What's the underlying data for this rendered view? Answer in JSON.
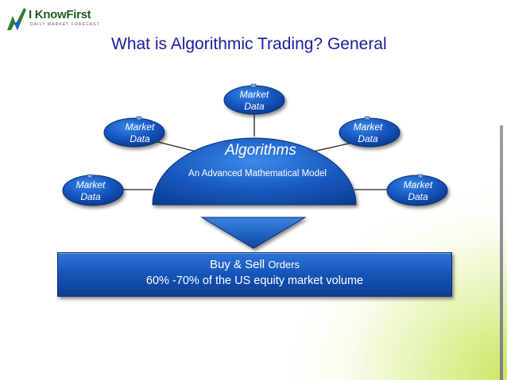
{
  "logo": {
    "brand": "I KnowFirst",
    "tagline": "DAILY MARKET FORECAST",
    "colors": {
      "green": "#2e7d32",
      "blue": "#1565c0"
    }
  },
  "slide": {
    "title": "What is Algorithmic Trading? General"
  },
  "diagram": {
    "hub": {
      "title": "Algorithms",
      "subtitle": "An Advanced Mathematical Model"
    },
    "nodes": [
      {
        "label": "Market\nData"
      },
      {
        "label": "Market\nData"
      },
      {
        "label": "Market\nData"
      },
      {
        "label": "Market\nData"
      },
      {
        "label": "Market\nData"
      }
    ],
    "output": {
      "line1_strong": "Buy & Sell",
      "line1_rest": "Orders",
      "line2": "60% -70% of the US equity market volume"
    }
  },
  "colors": {
    "title": "#1c1ca0",
    "shape_blue": "#1656c0",
    "connector": "#222222",
    "accent_green": "#c8e65a"
  }
}
